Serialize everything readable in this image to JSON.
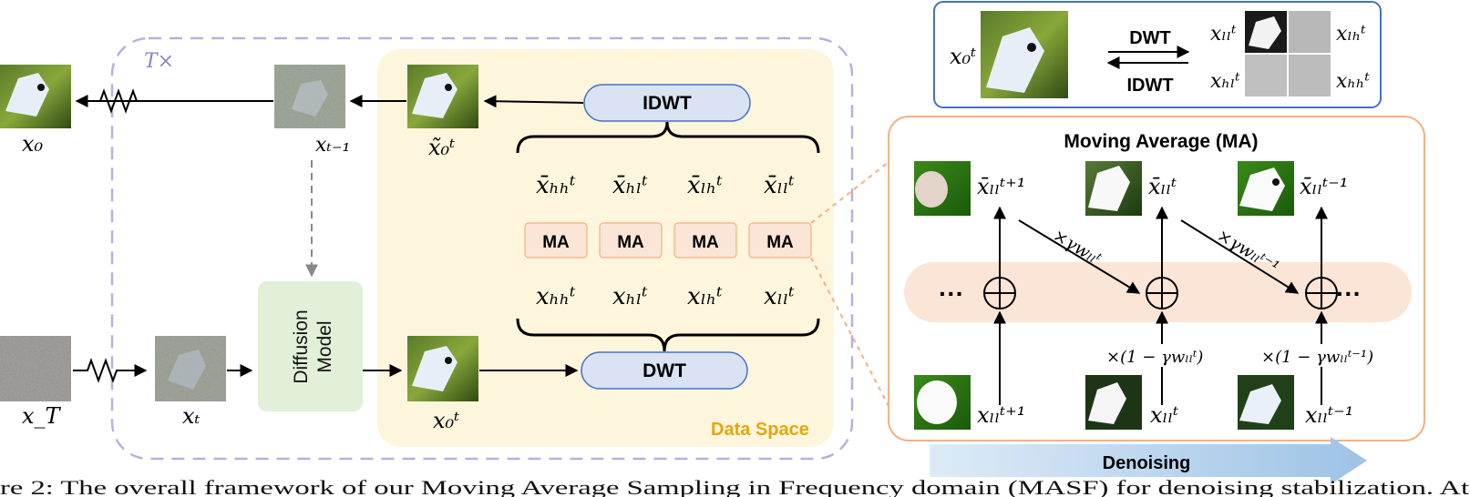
{
  "labels": {
    "t_times": "T×",
    "data_space": "Data Space",
    "diffusion_model_1": "Diffusion",
    "diffusion_model_2": "Model",
    "idwt": "IDWT",
    "dwt": "DWT",
    "ma": "MA",
    "legend_dwt": "DWT",
    "legend_idwt": "IDWT",
    "moving_average_title": "Moving Average (MA)",
    "denoising": "Denoising"
  },
  "math": {
    "x0": "x₀",
    "xt_minus_1": "xₜ₋₁",
    "xT": "x_T",
    "xt": "xₜ",
    "x0_tilde": "x̃₀ᵗ",
    "x0_t": "x₀ᵗ",
    "bar_row": [
      "x̄ₕₕᵗ",
      "x̄ₕₗᵗ",
      "x̄ₗₕᵗ",
      "x̄ₗₗᵗ"
    ],
    "plain_row": [
      "xₕₕᵗ",
      "xₕₗᵗ",
      "xₗₕᵗ",
      "xₗₗᵗ"
    ],
    "legend_x0": "x₀ᵗ",
    "legend_ll": "xₗₗᵗ",
    "legend_lh": "xₗₕᵗ",
    "legend_hl": "xₕₗᵗ",
    "legend_hh": "xₕₕᵗ",
    "ma_top": [
      "x̄ₗₗᵗ⁺¹",
      "x̄ₗₗᵗ",
      "x̄ₗₗᵗ⁻¹"
    ],
    "ma_bottom": [
      "xₗₗᵗ⁺¹",
      "xₗₗᵗ",
      "xₗₗᵗ⁻¹"
    ],
    "weight_1": "×γwₗₗᵗ",
    "weight_2": "×γwₗₗᵗ⁻¹",
    "one_minus_1": "×(1 − γwₗₗᵗ)",
    "one_minus_2": "×(1 − γwₗₗᵗ⁻¹)"
  },
  "caption_fragment": "re 2: The overall framework of our Moving Average Sampling in Frequency domain (MASF) for denoising stabilization. At",
  "colors": {
    "dash_purple": "#b9b0dd",
    "data_space_fill": "#fdf5dc",
    "data_space_text": "#e3a80c",
    "diffusion_fill": "#e2efd9",
    "pill_fill": "#dae3f3",
    "pill_stroke": "#4472c4",
    "ma_fill": "#fbe5d6",
    "ma_stroke": "#f4b183",
    "ma_panel_stroke": "#f4b183",
    "legend_stroke": "#4472c4",
    "denoise_arrow": "#9dc3e6"
  }
}
